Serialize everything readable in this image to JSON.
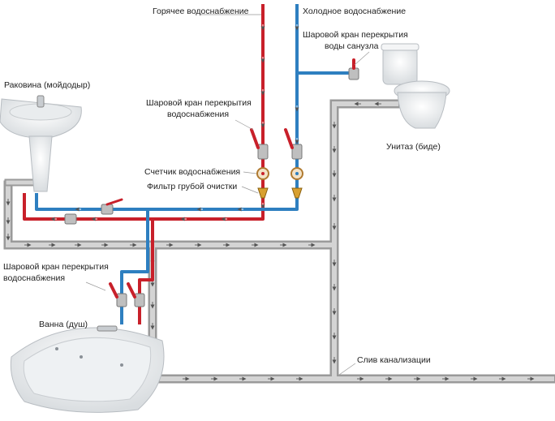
{
  "labels": {
    "hot_supply": "Горячее водоснабжение",
    "cold_supply": "Холодное водоснабжение",
    "toilet_valve_line1": "Шаровой кран перекрытия",
    "toilet_valve_line2": "воды санузла",
    "sink": "Раковина (мойдодыр)",
    "main_valve_line1": "Шаровой кран перекрытия",
    "main_valve_line2": "водоснабжения",
    "toilet": "Унитаз (биде)",
    "meter": "Счетчик водоснабжения",
    "filter": "Фильтр грубой очистки",
    "bath_valve_line1": "Шаровой кран перекрытия",
    "bath_valve_line2": "водоснабжения",
    "bath": "Ванна (душ)",
    "drain": "Слив канализации"
  },
  "colors": {
    "hot_pipe": "#c8202a",
    "cold_pipe": "#2e7fc0",
    "drain_pipe": "#9a9a9a",
    "drain_pipe_light": "#cfcfcf",
    "label_text": "#222222"
  }
}
